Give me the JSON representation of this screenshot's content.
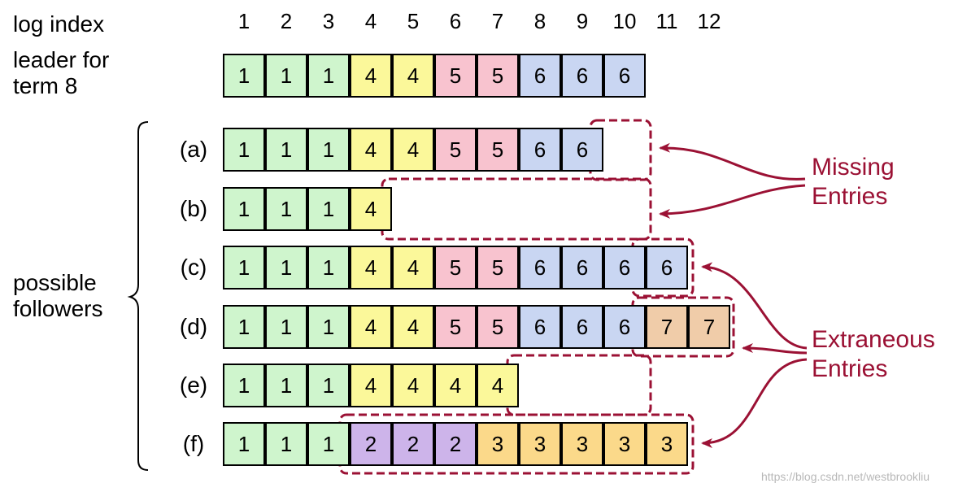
{
  "labels": {
    "log_index": "log index",
    "leader_line1": "leader for",
    "leader_line2": "term 8",
    "followers_line1": "possible",
    "followers_line2": "followers"
  },
  "indices": [
    "1",
    "2",
    "3",
    "4",
    "5",
    "6",
    "7",
    "8",
    "9",
    "10",
    "11",
    "12"
  ],
  "leader": [
    1,
    1,
    1,
    4,
    4,
    5,
    5,
    6,
    6,
    6
  ],
  "followers": [
    {
      "label": "(a)",
      "entries": [
        1,
        1,
        1,
        4,
        4,
        5,
        5,
        6,
        6
      ]
    },
    {
      "label": "(b)",
      "entries": [
        1,
        1,
        1,
        4
      ]
    },
    {
      "label": "(c)",
      "entries": [
        1,
        1,
        1,
        4,
        4,
        5,
        5,
        6,
        6,
        6,
        6
      ]
    },
    {
      "label": "(d)",
      "entries": [
        1,
        1,
        1,
        4,
        4,
        5,
        5,
        6,
        6,
        6,
        7,
        7
      ]
    },
    {
      "label": "(e)",
      "entries": [
        1,
        1,
        1,
        4,
        4,
        4,
        4
      ]
    },
    {
      "label": "(f)",
      "entries": [
        1,
        1,
        1,
        2,
        2,
        2,
        3,
        3,
        3,
        3,
        3
      ]
    }
  ],
  "annotations": {
    "missing_line1": "Missing",
    "missing_line2": "Entries",
    "extraneous_line1": "Extraneous",
    "extraneous_line2": "Entries"
  },
  "term_colors": {
    "1": "#cff5cd",
    "2": "#cdb4ea",
    "3": "#fbd98a",
    "4": "#fbf89a",
    "5": "#f8c3cf",
    "6": "#c9d6f2",
    "7": "#f0cca9"
  },
  "colors": {
    "annotation": "#9b1134"
  },
  "watermark": "https://blog.csdn.net/westbrookliu"
}
